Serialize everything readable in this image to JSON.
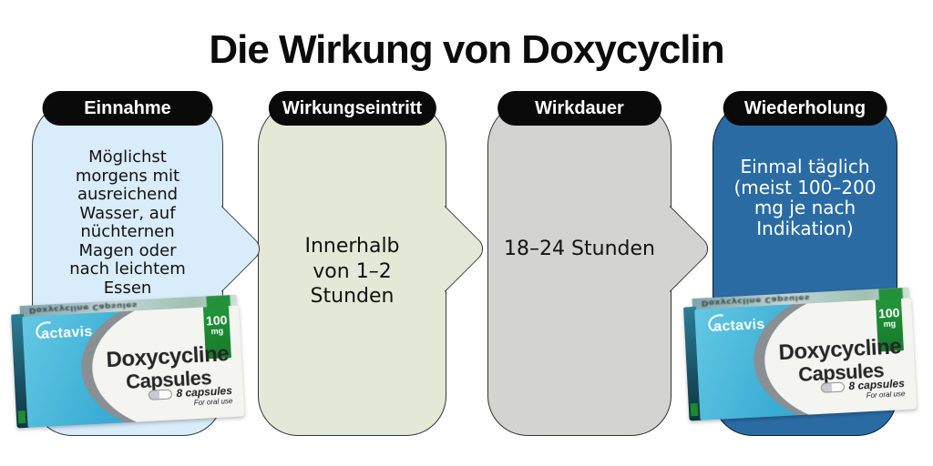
{
  "title": "Die Wirkung von Doxycyclin",
  "columns": [
    {
      "header": "Einnahme",
      "body": "Möglichst\nmorgens mit\nausreichend\nWasser, auf\nnüchternen\nMagen oder\nnach leichtem\nEssen",
      "bubble_color": "#d9ecfa",
      "text_color": "#121212",
      "has_tail": true
    },
    {
      "header": "Wirkungseintritt",
      "body": "Innerhalb\nvon 1–2\nStunden",
      "bubble_color": "#e4e8d7",
      "text_color": "#121212",
      "has_tail": true
    },
    {
      "header": "Wirkdauer",
      "body": "18–24 Stunden",
      "bubble_color": "#d3d4d1",
      "text_color": "#121212",
      "has_tail": true
    },
    {
      "header": "Wiederholung",
      "body": "Einmal täglich\n(meist 100–200\nmg je nach\nIndikation)",
      "bubble_color": "#2a6ba4",
      "text_color": "#ffffff",
      "has_tail": false
    }
  ],
  "header_pill_color": "#0a0a0a",
  "header_text_color": "#ffffff",
  "medicine_box": {
    "brand": "actavis",
    "product_line1": "Doxycycline",
    "product_line2": "Capsules",
    "dose_value": "100",
    "dose_unit": "mg",
    "count": "8 capsules",
    "usage": "For oral use",
    "top_reflection_text": "Doxycycline Capsules",
    "colors": {
      "box_blue": "#3badd4",
      "dose_green": "#1d8a2e",
      "oval_white": "#f4f4f0",
      "swoosh_gray": "#898f93"
    }
  }
}
